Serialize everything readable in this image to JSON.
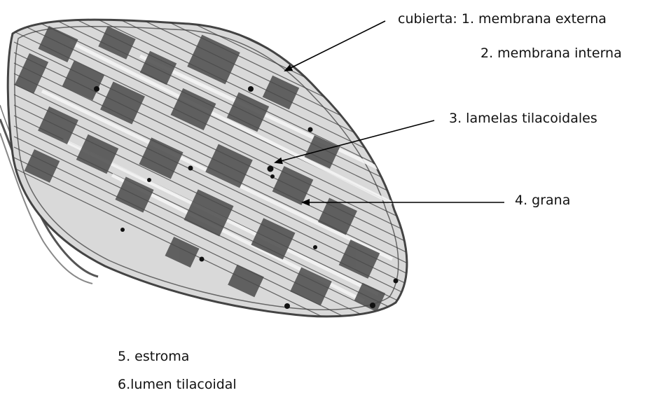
{
  "labels": {
    "outer_membrane": "cubierta: 1. membrana externa",
    "inner_membrane": "2. membrana interna",
    "thylakoid_lamellae": "3. lamelas tilacoidales",
    "grana": "4. grana",
    "stroma": "5. estroma",
    "thylakoid_lumen": "6.lumen tilacoidal"
  },
  "colors": {
    "ink": "#111111",
    "organelle_fill": "#d9d9d9",
    "grana_fill": "#4a4a4a",
    "lamella_line": "#3a3a3a",
    "arrow": "#000000"
  }
}
